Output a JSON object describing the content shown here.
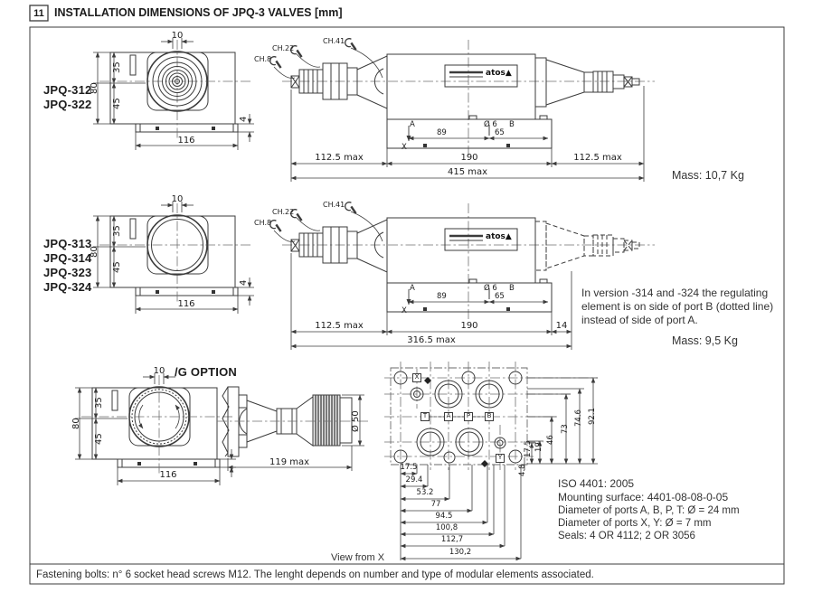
{
  "header": {
    "num": "11",
    "title": "INSTALLATION DIMENSIONS OF JPQ-3 VALVES [mm]"
  },
  "brand": "atos▲",
  "valve1": {
    "models": [
      "JPQ-312",
      "JPQ-322"
    ],
    "front": {
      "d10": "10",
      "d35": "35",
      "d80": "80",
      "d45": "45",
      "d4": "4",
      "d116": "116"
    },
    "wrench": {
      "ch8": "CH.8",
      "ch22": "CH.22",
      "ch41": "CH.41"
    },
    "base": {
      "a": "A",
      "d89": "89",
      "phi6": "Ø 6",
      "b": "B",
      "d65": "65",
      "x": "X"
    },
    "dims": {
      "left": "112.5 max",
      "mid": "190",
      "right": "112.5 max",
      "total": "415 max"
    },
    "mass": "Mass: 10,7 Kg"
  },
  "valve2": {
    "models": [
      "JPQ-313",
      "JPQ-314",
      "JPQ-323",
      "JPQ-324"
    ],
    "front": {
      "d10": "10",
      "d35": "35",
      "d80": "80",
      "d45": "45",
      "d4": "4",
      "d116": "116"
    },
    "wrench": {
      "ch8": "CH.8",
      "ch22": "CH.22",
      "ch41": "CH.41"
    },
    "base": {
      "a": "A",
      "d89": "89",
      "phi6": "Ø 6",
      "b": "B",
      "d65": "65",
      "x": "X"
    },
    "dims": {
      "left": "112.5 max",
      "mid": "190",
      "d14": "14",
      "total": "316.5 max"
    },
    "note": [
      "In version -314 and -324 the regulating",
      "element is on side of port B (dotted line)",
      "instead of side of port A."
    ],
    "mass": "Mass: 9,5  Kg"
  },
  "goption": {
    "label": "/G OPTION",
    "front": {
      "d10": "10",
      "d35": "35",
      "d80": "80",
      "d45": "45",
      "d116": "116"
    },
    "knob": {
      "phi50": "Ø 50",
      "d119": "119 max"
    }
  },
  "mounting": {
    "ports": {
      "x": "X",
      "t": "T",
      "a": "A",
      "p": "P",
      "b": "B",
      "y": "Y"
    },
    "right_dims": {
      "r921": "92.1",
      "r746": "74.6",
      "r73": "73",
      "r46": "46",
      "r19": "19",
      "r175": "17.5",
      "r48": "4.8"
    },
    "bottom_dims": {
      "b175": "17.5",
      "b294": "29.4",
      "b532": "53.2",
      "b77": "77",
      "b945": "94.5",
      "b1008": "100,8",
      "b1127": "112,7",
      "b1302": "130,2"
    },
    "view_label": "View from X",
    "iso": {
      "l1": "ISO 4401: 2005",
      "l2": "Mounting surface:  4401-08-08-0-05",
      "l3": "Diameter of ports A, B, P, T: Ø = 24 mm",
      "l4": "Diameter of ports  X, Y: Ø = 7 mm",
      "l5": "Seals: 4 OR 4112; 2 OR 3056"
    }
  },
  "footer": "Fastening bolts: n° 6 socket head screws M12. The lenght depends on number and type of modular elements associated."
}
